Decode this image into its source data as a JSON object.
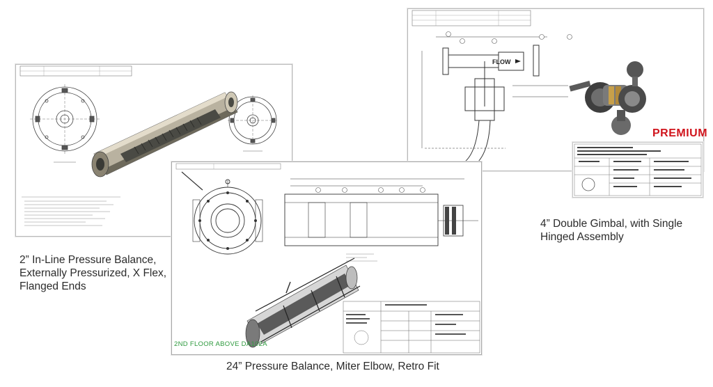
{
  "captions": {
    "inline": [
      "2” In-Line Pressure Balance,",
      "Externally Pressurized, X Flex,",
      "Flanged Ends"
    ],
    "gimbal": [
      "4” Double Gimbal, with Single",
      "Hinged Assembly"
    ],
    "miter": "24” Pressure Balance, Miter Elbow, Retro Fit"
  },
  "labels": {
    "premium": "PREMIUM",
    "floor_note": "2ND FLOOR ABOVE DA102A",
    "flow": "FLOW"
  },
  "colors": {
    "line": "#3a3a3a",
    "accent_red": "#d0141c",
    "note_green": "#2e9a3e",
    "metal_dark": "#4a4a44",
    "metal_light": "#b9b2a0",
    "brass": "#c8a04a"
  }
}
